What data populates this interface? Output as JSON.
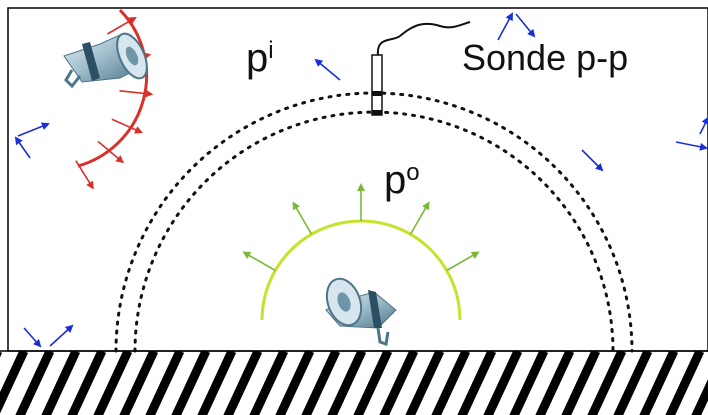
{
  "labels": {
    "incident_base": "p",
    "incident_sup": "i",
    "outgoing_base": "p",
    "outgoing_sup": "o",
    "probe": "Sonde p-p"
  },
  "colors": {
    "incident": "#d9302a",
    "outgoing": "#c6e22a",
    "outgoing_arrow": "#7ab83a",
    "ambient_arrow": "#1a2fd8",
    "ground_hatch": "#000000",
    "probe": "#111111",
    "speaker_body": "#6f95a8",
    "speaker_band": "#2c4f63"
  },
  "icons": {
    "source_incident": "megaphone-icon",
    "source_outgoing": "megaphone-icon",
    "probe": "pp-probe-icon"
  }
}
